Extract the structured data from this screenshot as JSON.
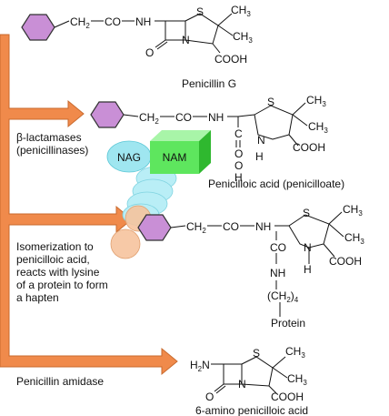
{
  "colors": {
    "arrow_fill": "#f08a4b",
    "arrow_stroke": "#c86a2e",
    "benzene_fill": "#c98fd6",
    "benzene_stroke": "#333333",
    "nag_fill": "#9fe6f0",
    "nam_front": "#5ee65e",
    "nam_top": "#a8f5a8",
    "nam_side": "#2fb82f",
    "chain_fill": "#b9eef6",
    "lysine_fill": "#f6c39d"
  },
  "structures": {
    "penicillin_g": {
      "name": "Penicillin G",
      "ch2": "CH",
      "sub2": "2",
      "co": "CO",
      "nh": "NH",
      "s": "S",
      "ch3_a": "CH",
      "ch3_b": "CH",
      "sub3": "3",
      "n": "N",
      "o": "O",
      "cooh": "COOH"
    },
    "penicilloic_acid": {
      "name": "Penicilloic acid (penicilloate)",
      "ch2": "CH",
      "sub2": "2",
      "co": "CO",
      "nh": "NH",
      "s": "S",
      "ch3_a": "CH",
      "ch3_b": "CH",
      "sub3": "3",
      "c": "C",
      "o1": "O",
      "o2": "O",
      "h1": "H",
      "h2": "H",
      "n": "N",
      "cooh": "COOH"
    },
    "hapten": {
      "ch2": "CH",
      "sub2": "2",
      "co": "CO",
      "nh": "NH",
      "s": "S",
      "ch3_a": "CH",
      "ch3_b": "CH",
      "sub3": "3",
      "co2": "CO",
      "n": "N",
      "h": "H",
      "cooh": "COOH",
      "nh2": "NH",
      "ch2chain": "(CH",
      "ch2chain_close": ")",
      "sub4": "4",
      "protein": "Protein"
    },
    "aminopenicillanic": {
      "name": "6-amino penicilloic acid",
      "h2n": "H",
      "h2n_sub": "2",
      "h2n_n": "N",
      "s": "S",
      "ch3_a": "CH",
      "ch3_b": "CH",
      "sub3": "3",
      "n": "N",
      "o": "O",
      "cooh": "COOH"
    }
  },
  "labels": {
    "beta_lactamases_line1": "β-lactamases",
    "beta_lactamases_line2": "(penicillinases)",
    "isomerization_line1": "Isomerization to",
    "isomerization_line2": "penicilloic acid,",
    "isomerization_line3": "reacts with lysine",
    "isomerization_line4": "of a protein to form",
    "isomerization_line5": "a hapten",
    "amidase": "Penicillin amidase"
  },
  "cell_wall": {
    "nag": "NAG",
    "nam": "NAM"
  }
}
